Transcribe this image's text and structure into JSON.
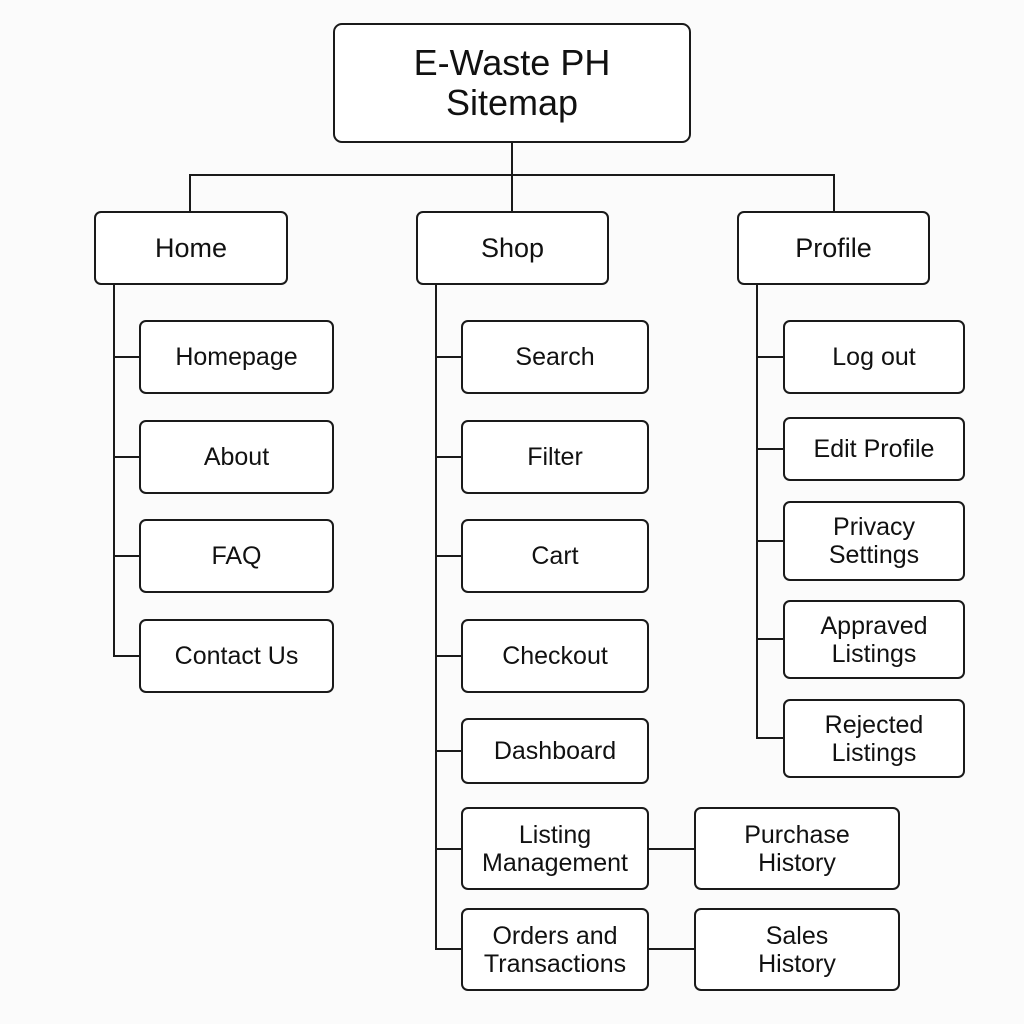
{
  "sitemap": {
    "title": "E-Waste PH\nSitemap",
    "sections": [
      {
        "label": "Home",
        "children": [
          "Homepage",
          "About",
          "FAQ",
          "Contact Us"
        ]
      },
      {
        "label": "Shop",
        "children": [
          "Search",
          "Filter",
          "Cart",
          "Checkout",
          "Dashboard",
          "Listing\nManagement",
          "Orders and\nTransactions"
        ],
        "sub_children": [
          "Purchase\nHistory",
          "Sales\nHistory"
        ]
      },
      {
        "label": "Profile",
        "children": [
          "Log out",
          "Edit Profile",
          "Privacy\nSettings",
          "Appraved\nListings",
          "Rejected\nListings"
        ]
      }
    ]
  },
  "colors": {
    "border": "#1a1a1a",
    "background": "#fbfbfb",
    "node_fill": "#ffffff"
  }
}
